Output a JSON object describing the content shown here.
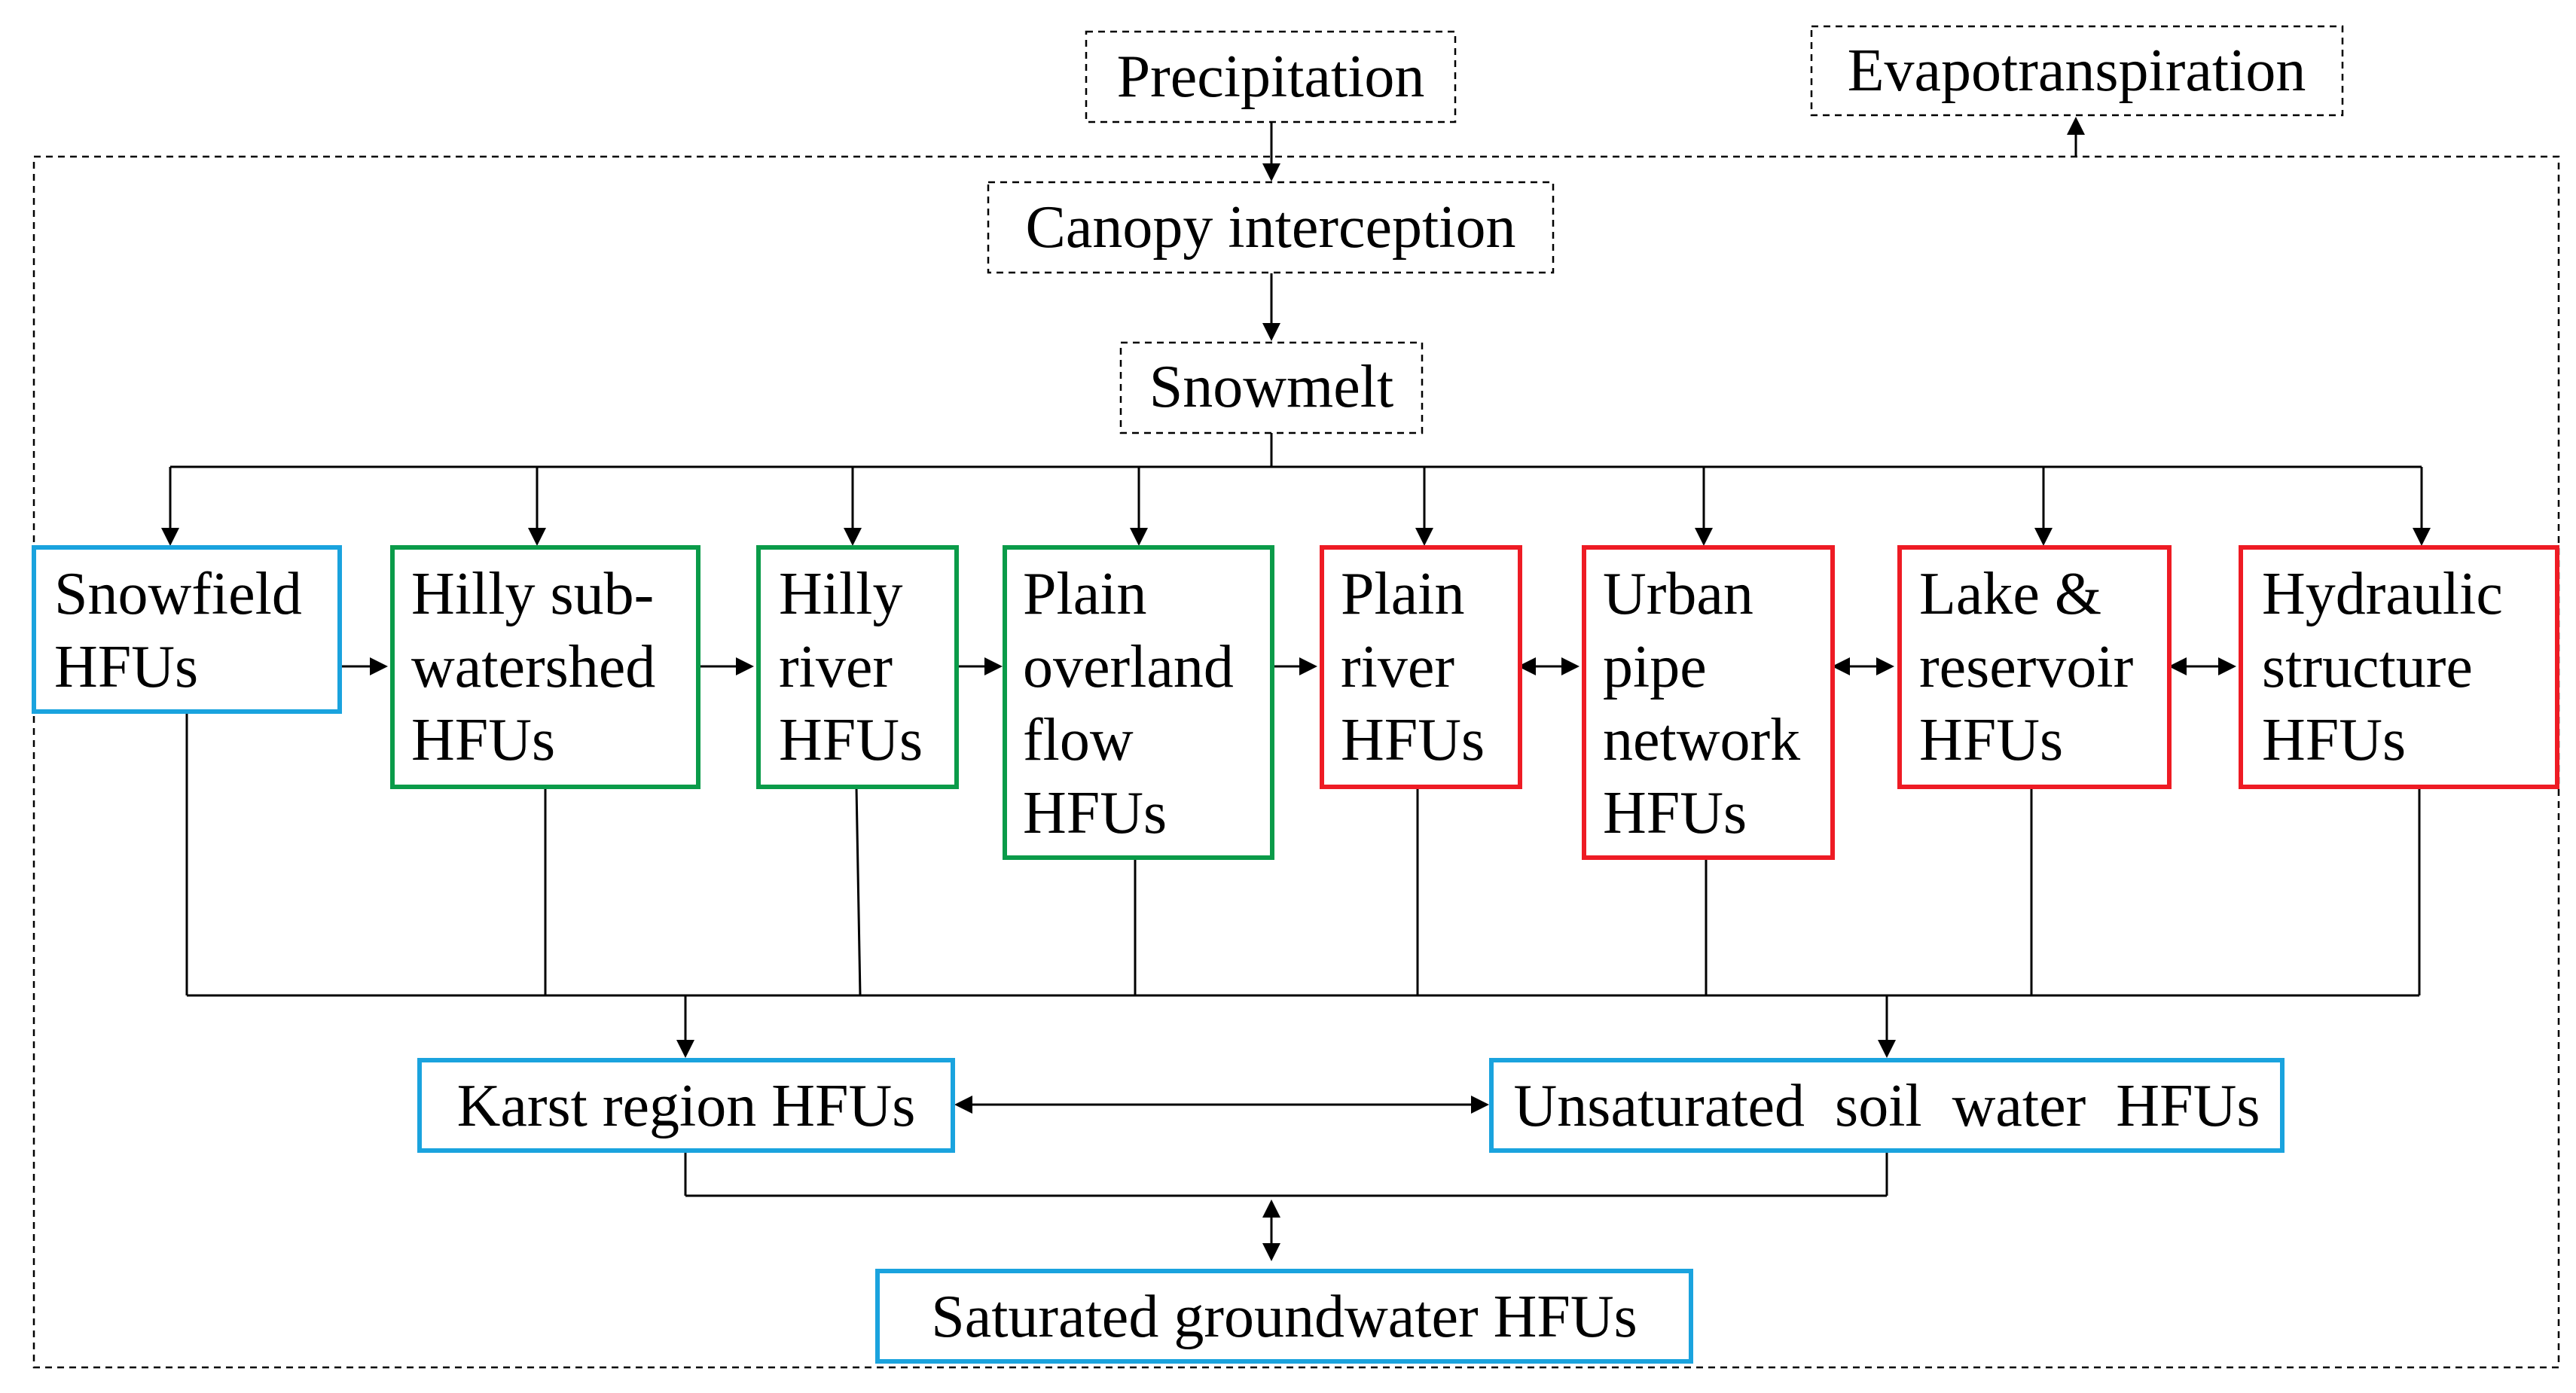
{
  "colors": {
    "blue": "#1aa3de",
    "green": "#0a9b49",
    "red": "#ee1b24",
    "line": "#000000"
  },
  "nodes": {
    "precipitation": "Precipitation",
    "evapotranspiration": "Evapotranspiration",
    "canopy": "Canopy interception",
    "snowmelt": "Snowmelt",
    "snowfield": [
      "Snowfield",
      "HFUs"
    ],
    "hilly_sub": [
      "Hilly sub-",
      "watershed",
      "HFUs"
    ],
    "hilly_river": [
      "Hilly",
      "river",
      "HFUs"
    ],
    "plain_overland": [
      "Plain",
      "overland",
      "flow",
      "HFUs"
    ],
    "plain_river": [
      "Plain",
      "river",
      "HFUs"
    ],
    "urban_pipe": [
      "Urban",
      "pipe",
      "network",
      "HFUs"
    ],
    "lake_reservoir": [
      "Lake &",
      "reservoir",
      "HFUs"
    ],
    "hydraulic": [
      "Hydraulic",
      "structure",
      "HFUs"
    ],
    "karst": "Karst region HFUs",
    "unsaturated": "Unsaturated  soil  water  HFUs",
    "saturated": "Saturated groundwater HFUs"
  }
}
